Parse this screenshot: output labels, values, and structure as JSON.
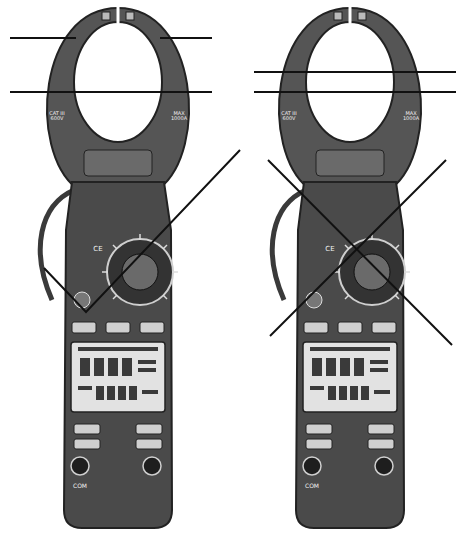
{
  "diagram": {
    "labels": [
      "CAT III 600V",
      "MAX 1000A",
      "CE",
      "COM",
      "CAT III 600V",
      "MAX 1000A",
      "CE",
      "COM"
    ]
  }
}
